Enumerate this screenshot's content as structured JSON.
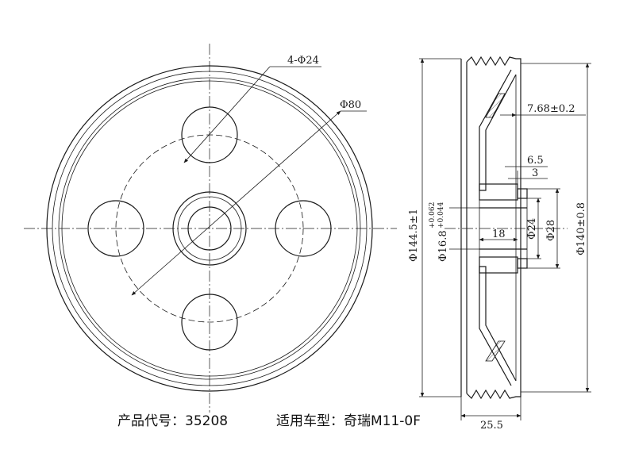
{
  "front_view": {
    "label_holes": "4-Φ24",
    "label_pcd": "Φ80"
  },
  "section_view": {
    "label_groove_offset": "7.68±0.2",
    "label_hub_step": "6.5",
    "label_hub_step_small": "3",
    "label_outer_diameter": "Φ144.5±1",
    "label_bore": "Φ16.8",
    "label_bore_tol_upper": "+0.062",
    "label_bore_tol_lower": "+0.044",
    "label_hub_length": "18",
    "label_hub_d24": "Φ24",
    "label_hub_d28": "Φ28",
    "label_groove_diameter": "Φ140±0.8",
    "label_width": "25.5"
  },
  "caption": {
    "product_code": "产品代号：35208",
    "vehicle": "适用车型：奇瑞M11-0F"
  }
}
